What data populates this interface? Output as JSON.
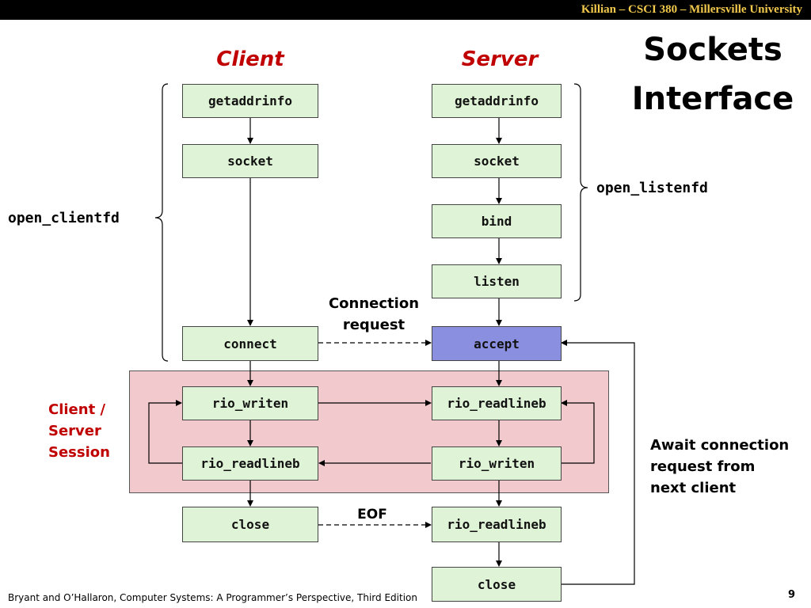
{
  "header": {
    "course": "Killian – CSCI 380 – Millersville University"
  },
  "slide": {
    "title_line1": "Sockets",
    "title_line2": "Interface",
    "page_number": "9",
    "footer": "Bryant and O’Hallaron, Computer Systems: A Programmer’s Perspective, Third Edition"
  },
  "columns": {
    "client": "Client",
    "server": "Server"
  },
  "client_boxes": {
    "getaddrinfo": "getaddrinfo",
    "socket": "socket",
    "connect": "connect",
    "rio_writen": "rio_writen",
    "rio_readlineb": "rio_readlineb",
    "close": "close"
  },
  "server_boxes": {
    "getaddrinfo": "getaddrinfo",
    "socket": "socket",
    "bind": "bind",
    "listen": "listen",
    "accept": "accept",
    "rio_readlineb": "rio_readlineb",
    "rio_writen": "rio_writen",
    "rio_readlineb_eof": "rio_readlineb",
    "close": "close"
  },
  "labels": {
    "open_clientfd": "open_clientfd",
    "open_listenfd": "open_listenfd",
    "connection_request_line1": "Connection",
    "connection_request_line2": "request",
    "eof": "EOF",
    "session_line1": "Client /",
    "session_line2": "Server",
    "session_line3": "Session",
    "await_line1": "Await connection",
    "await_line2": "request from",
    "await_line3": "next client"
  },
  "colors": {
    "box_fill": "#dff3d6",
    "accept_fill": "#8a8fe0",
    "session_fill": "#f2c9cc",
    "accent_red": "#c00000",
    "header_gold": "#f2c94c"
  }
}
